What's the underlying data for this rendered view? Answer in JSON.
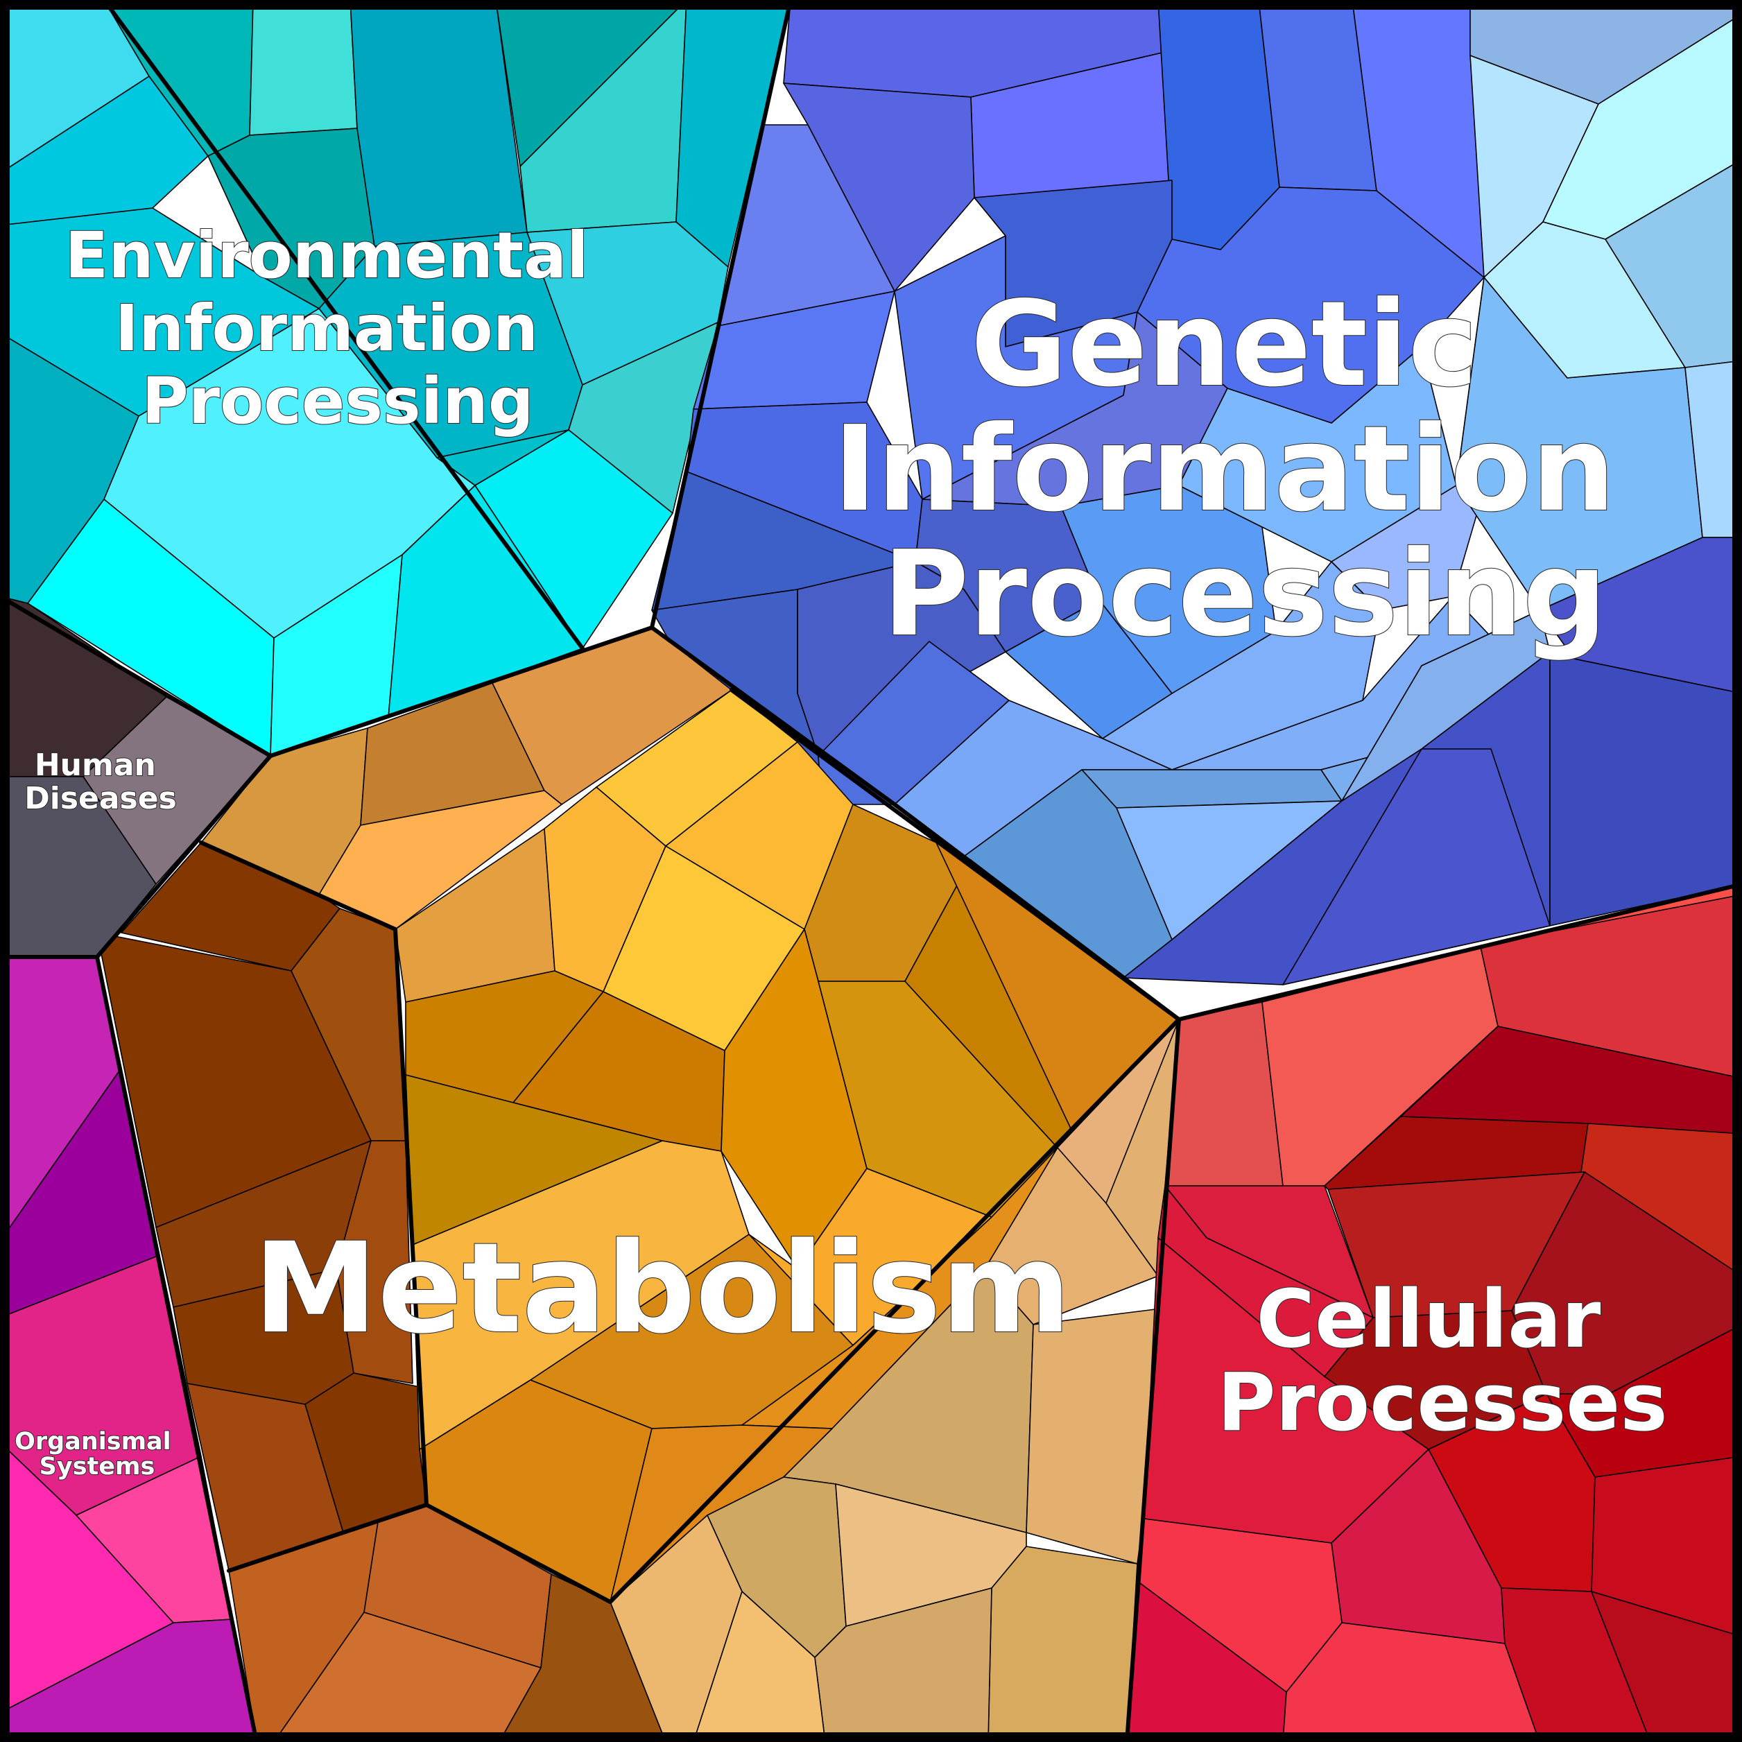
{
  "regions": [
    {
      "key": "environmental",
      "lines": [
        "Environmental",
        "Information",
        "Processing"
      ],
      "color": "#1fd0e0"
    },
    {
      "key": "genetic",
      "lines": [
        "Genetic",
        "Information",
        "Processing"
      ],
      "color": "#5a6ae6"
    },
    {
      "key": "metabolism",
      "lines": [
        "Metabolism"
      ],
      "color": "#e0a030"
    },
    {
      "key": "cellular",
      "lines": [
        "Cellular",
        "Processes"
      ],
      "color": "#e03040"
    },
    {
      "key": "human",
      "lines": [
        "Human",
        "Diseases"
      ],
      "color": "#5a5060"
    },
    {
      "key": "organismal",
      "lines": [
        "Organismal",
        "Systems"
      ],
      "color": "#e020a0"
    }
  ]
}
